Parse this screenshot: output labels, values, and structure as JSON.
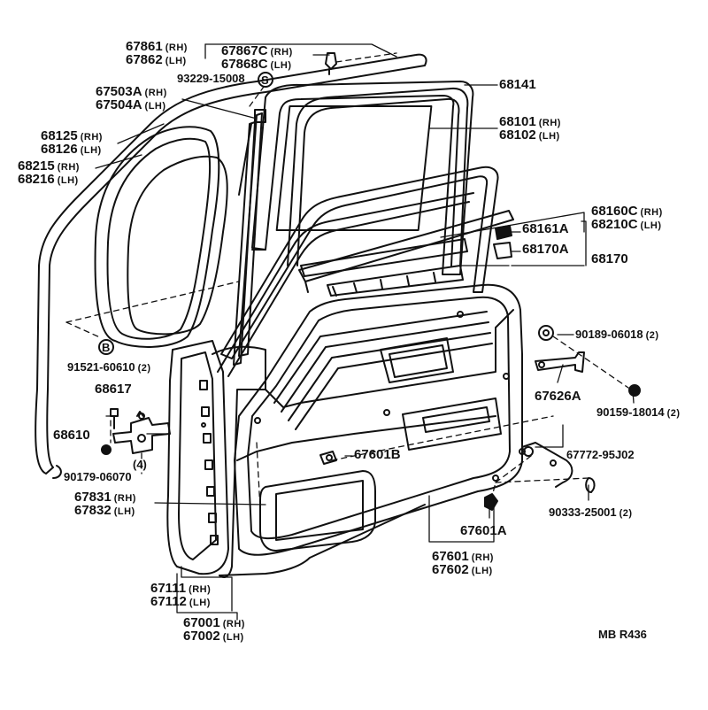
{
  "parts": [
    {
      "id": "p67861",
      "num": "67861",
      "side": "(RH)"
    },
    {
      "id": "p67862",
      "num": "67862",
      "side": "(LH)"
    },
    {
      "id": "p67867C",
      "num": "67867C",
      "side": "(RH)"
    },
    {
      "id": "p67868C",
      "num": "67868C",
      "side": "(LH)"
    },
    {
      "id": "p93229",
      "num": "93229-15008",
      "side": ""
    },
    {
      "id": "p67503A",
      "num": "67503A",
      "side": "(RH)"
    },
    {
      "id": "p67504A",
      "num": "67504A",
      "side": "(LH)"
    },
    {
      "id": "p68141",
      "num": "68141",
      "side": ""
    },
    {
      "id": "p68125",
      "num": "68125",
      "side": "(RH)"
    },
    {
      "id": "p68126",
      "num": "68126",
      "side": "(LH)"
    },
    {
      "id": "p68215",
      "num": "68215",
      "side": "(RH)"
    },
    {
      "id": "p68216",
      "num": "68216",
      "side": "(LH)"
    },
    {
      "id": "p68101",
      "num": "68101",
      "side": "(RH)"
    },
    {
      "id": "p68102",
      "num": "68102",
      "side": "(LH)"
    },
    {
      "id": "p68160C",
      "num": "68160C",
      "side": "(RH)"
    },
    {
      "id": "p68210C",
      "num": "68210C",
      "side": "(LH)"
    },
    {
      "id": "p68161A",
      "num": "68161A",
      "side": ""
    },
    {
      "id": "p68170A",
      "num": "68170A",
      "side": ""
    },
    {
      "id": "p68170",
      "num": "68170",
      "side": ""
    },
    {
      "id": "p90189",
      "num": "90189-06018",
      "side": "(2)"
    },
    {
      "id": "p91521",
      "num": "91521-60610",
      "side": "(2)"
    },
    {
      "id": "p67626A",
      "num": "67626A",
      "side": ""
    },
    {
      "id": "p68617",
      "num": "68617",
      "side": ""
    },
    {
      "id": "p90159",
      "num": "90159-18014",
      "side": "(2)"
    },
    {
      "id": "p68610",
      "num": "68610",
      "side": ""
    },
    {
      "id": "p67601B",
      "num": "67601B",
      "side": ""
    },
    {
      "id": "p67772",
      "num": "67772-95J02",
      "side": ""
    },
    {
      "id": "p4",
      "num": "(4)",
      "side": ""
    },
    {
      "id": "p90179",
      "num": "90179-06070",
      "side": ""
    },
    {
      "id": "p67831",
      "num": "67831",
      "side": "(RH)"
    },
    {
      "id": "p67832",
      "num": "67832",
      "side": "(LH)"
    },
    {
      "id": "p90333",
      "num": "90333-25001",
      "side": "(2)"
    },
    {
      "id": "p67601A",
      "num": "67601A",
      "side": ""
    },
    {
      "id": "p67601",
      "num": "67601",
      "side": "(RH)"
    },
    {
      "id": "p67602",
      "num": "67602",
      "side": "(LH)"
    },
    {
      "id": "p67111",
      "num": "67111",
      "side": "(RH)"
    },
    {
      "id": "p67112",
      "num": "67112",
      "side": "(LH)"
    },
    {
      "id": "p67001",
      "num": "67001",
      "side": "(RH)"
    },
    {
      "id": "p67002",
      "num": "67002",
      "side": "(LH)"
    }
  ],
  "markers": {
    "s_marker": "S",
    "b_marker": "B"
  },
  "footer": {
    "code": "MB  R436"
  },
  "colors": {
    "ink": "#111111",
    "paper": "#ffffff"
  }
}
